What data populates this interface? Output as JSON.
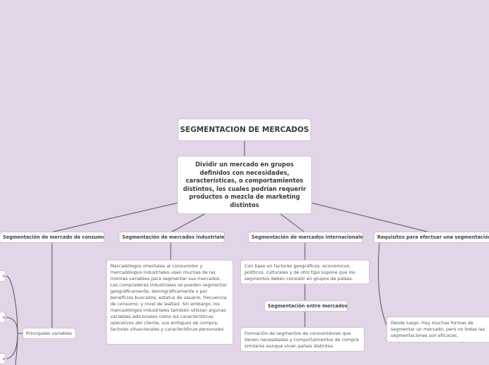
{
  "root": {
    "title": "SEGMENTACION DE MERCADOS"
  },
  "central": {
    "text": "Dividir un mercado en grupos definidos con necesidades, características, o comportamientos distintos, los cuales podrían requerir productos o mezcla de marketing distintos"
  },
  "branches": {
    "consumo": "Segmentación de mercado de consumo",
    "industriales": "Segmentación de mercados industriales",
    "internacionales": "Segmentación de mercados internacionales",
    "requisitos": "Requisitos para efectuar una segmentación eficaz"
  },
  "consumo": {
    "principales": "Principales variables",
    "items": [
      "s",
      "s",
      "s"
    ]
  },
  "industriales": {
    "text": "Mercadólogos orientales al consumidor y mercadólogos industriales usan muchas de las mismas variables para segmentar  sus mercados. Los compradores industriales se pueden segmentar geográficamente, demográficamente o por beneficios buscados, estatus de usuario, frecuencia de consumo, y nivel de lealtad. Sin embargo, los mercadólogos industriales también utilizan algunas variables adicionales como ",
    "italic": "los características operativos del cliente, sus enfoques de compra, factores situacionales y características personales."
  },
  "internacionales": {
    "text": "Con base en factores geográficos, económicos, políticos, culturales y de otro tipo supone que los segmentos deben consistir en grupos de países.",
    "sub_title": "Segmentación entre mercados",
    "sub_text": "Formación de segmentos de consumidores que tienen necesidades y comportamientos de compra similares aunque vivan países distintos."
  },
  "requisitos": {
    "text": "Desde luego. Hay muchas formas de segmentar un mercado, pero no todas las segmentaciones son eficaces."
  },
  "colors": {
    "background": "#e1d5e7",
    "node": "#ffffff",
    "line": "#555555"
  }
}
